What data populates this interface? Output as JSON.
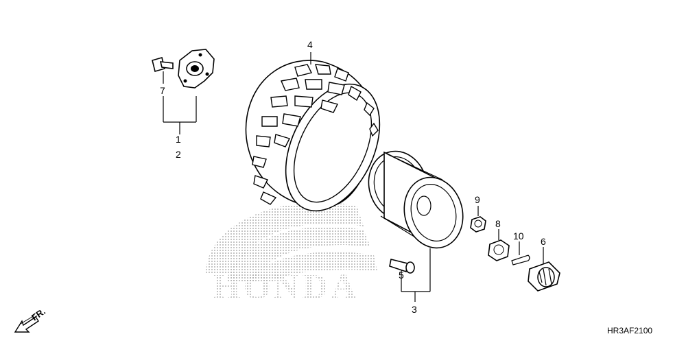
{
  "diagram": {
    "code": "HR3AF2100",
    "front_indicator": "FR.",
    "watermark_brand": "HONDA",
    "callouts": {
      "c1": "1",
      "c2": "2",
      "c3": "3",
      "c4": "4",
      "c5": "5",
      "c6": "6",
      "c7": "7",
      "c8": "8",
      "c9": "9",
      "c10": "10"
    }
  }
}
